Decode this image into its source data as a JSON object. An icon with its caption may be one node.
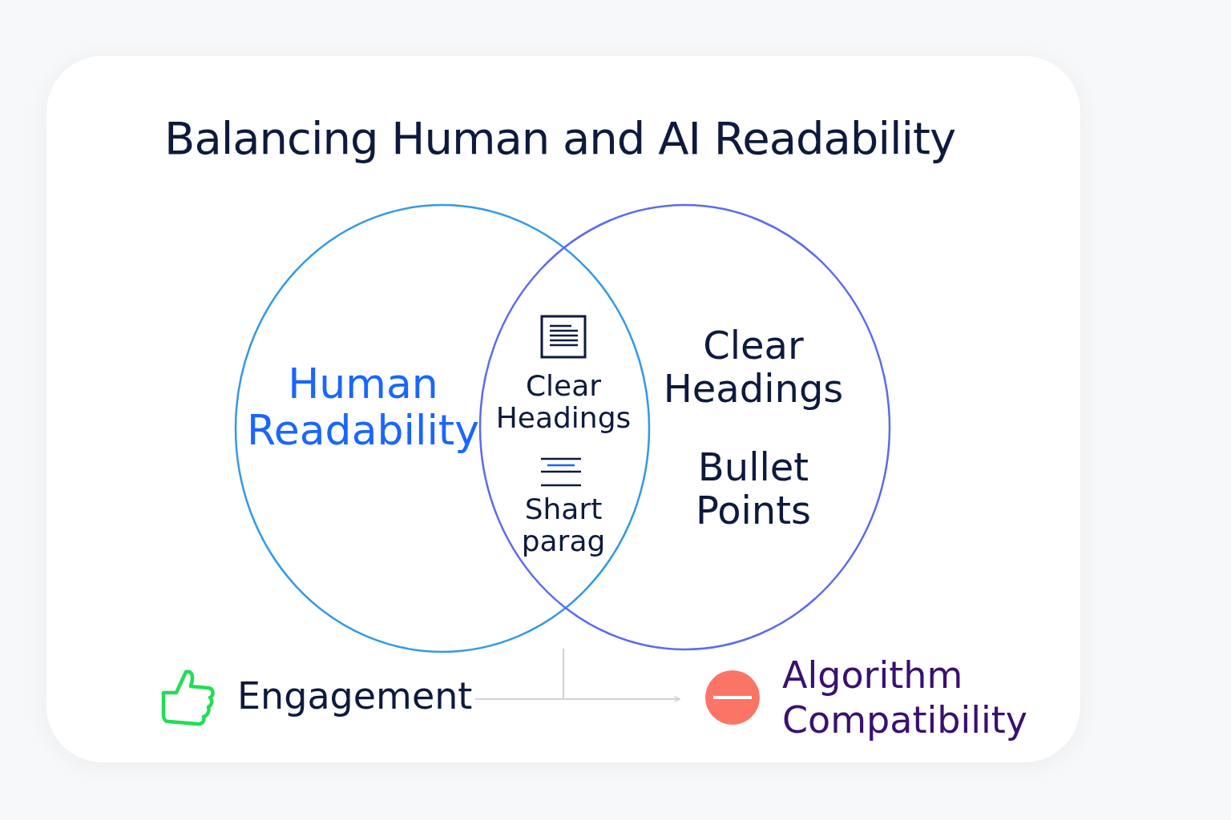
{
  "diagram": {
    "title": "Balancing Human and AI Readability",
    "nodes": [
      {
        "text": [
          "Human Readability"
        ]
      },
      {
        "text": [
          "Clear Headings",
          "Bullet Points"
        ]
      },
      {
        "text": [
          "Engagement"
        ]
      },
      {
        "text": [
          "Algorithm Compatibility"
        ]
      }
    ],
    "edges": [
      {
        "from": 2,
        "to": 3,
        "arrow": "to"
      },
      {
        "from": null,
        "to": 3,
        "arrow": "to"
      }
    ],
    "labels": [
      "Clear Headings",
      "Shart parag"
    ]
  }
}
